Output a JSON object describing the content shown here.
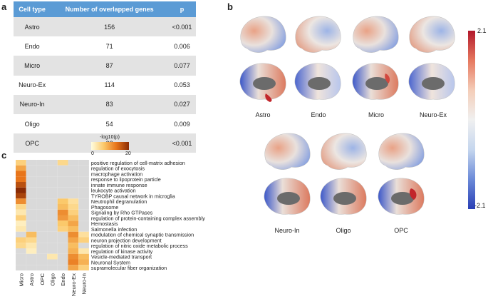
{
  "panels": {
    "a": "a",
    "b": "b",
    "c": "c"
  },
  "table": {
    "headers": [
      "Cell type",
      "Number of overlapped genes",
      "p"
    ],
    "rows": [
      [
        "Astro",
        "156",
        "<0.001"
      ],
      [
        "Endo",
        "71",
        "0.006"
      ],
      [
        "Micro",
        "87",
        "0.077"
      ],
      [
        "Neuro-Ex",
        "114",
        "0.053"
      ],
      [
        "Neuro-In",
        "83",
        "0.027"
      ],
      [
        "Oligo",
        "54",
        "0.009"
      ],
      [
        "OPC",
        "22",
        "<0.001"
      ]
    ]
  },
  "brains": {
    "labels": [
      "Astro",
      "Endo",
      "Micro",
      "Neuro-Ex",
      "Neuro-In",
      "Oligo",
      "OPC"
    ]
  },
  "colorbar": {
    "max": "2.1",
    "min": "-2.1"
  },
  "heatmap_legend": {
    "title": "-log10(p)",
    "min": "0",
    "max": "20"
  },
  "chart_data": {
    "type": "heatmap",
    "columns": [
      "Micro",
      "Astro",
      "OPC",
      "Oligo",
      "Endo",
      "Neuro-Ex",
      "Neuro-In"
    ],
    "rows": [
      "positive regulation of cell-matrix adhesion",
      "regulation of exocytosis",
      "macrophage activation",
      "response to lipoprotein particle",
      "innate immune response",
      "leukocyte activation",
      "TYROBP causal network in microglia",
      "Neutrophil degranulation",
      "Phagosome",
      "Signaling by Rho GTPases",
      "regulation of protein-containing complex assembly",
      "Hemostasis",
      "Salmonella infection",
      "modulation of chemical synaptic transmission",
      "neuron projection development",
      "regulation of nitric oxide metabolic process",
      "regulation of kinase activity",
      "Vesicle-mediated transport",
      "Neuronal System",
      "supramolecular fiber organization"
    ],
    "values": [
      [
        6,
        0,
        0,
        0,
        5,
        0,
        0
      ],
      [
        10,
        0,
        0,
        0,
        0,
        0,
        0
      ],
      [
        14,
        0,
        0,
        0,
        0,
        0,
        0
      ],
      [
        14,
        0,
        0,
        0,
        0,
        0,
        0
      ],
      [
        17,
        0,
        0,
        0,
        0,
        0,
        0
      ],
      [
        20,
        0,
        0,
        0,
        0,
        0,
        0
      ],
      [
        18,
        0,
        0,
        0,
        0,
        0,
        0
      ],
      [
        12,
        0,
        0,
        0,
        7,
        4,
        0
      ],
      [
        5,
        0,
        0,
        0,
        8,
        5,
        0
      ],
      [
        3,
        0,
        0,
        0,
        12,
        6,
        0
      ],
      [
        6,
        0,
        0,
        0,
        11,
        8,
        0
      ],
      [
        2,
        0,
        0,
        0,
        7,
        10,
        0
      ],
      [
        3,
        0,
        0,
        0,
        6,
        8,
        0
      ],
      [
        0,
        8,
        0,
        0,
        0,
        12,
        4
      ],
      [
        6,
        5,
        0,
        0,
        0,
        10,
        6
      ],
      [
        5,
        3,
        0,
        0,
        0,
        8,
        0
      ],
      [
        0,
        2,
        0,
        0,
        0,
        9,
        3
      ],
      [
        0,
        0,
        0,
        3,
        0,
        12,
        8
      ],
      [
        0,
        0,
        0,
        0,
        0,
        13,
        9
      ],
      [
        0,
        0,
        0,
        0,
        0,
        10,
        6
      ]
    ],
    "value_range": [
      0,
      20
    ]
  }
}
